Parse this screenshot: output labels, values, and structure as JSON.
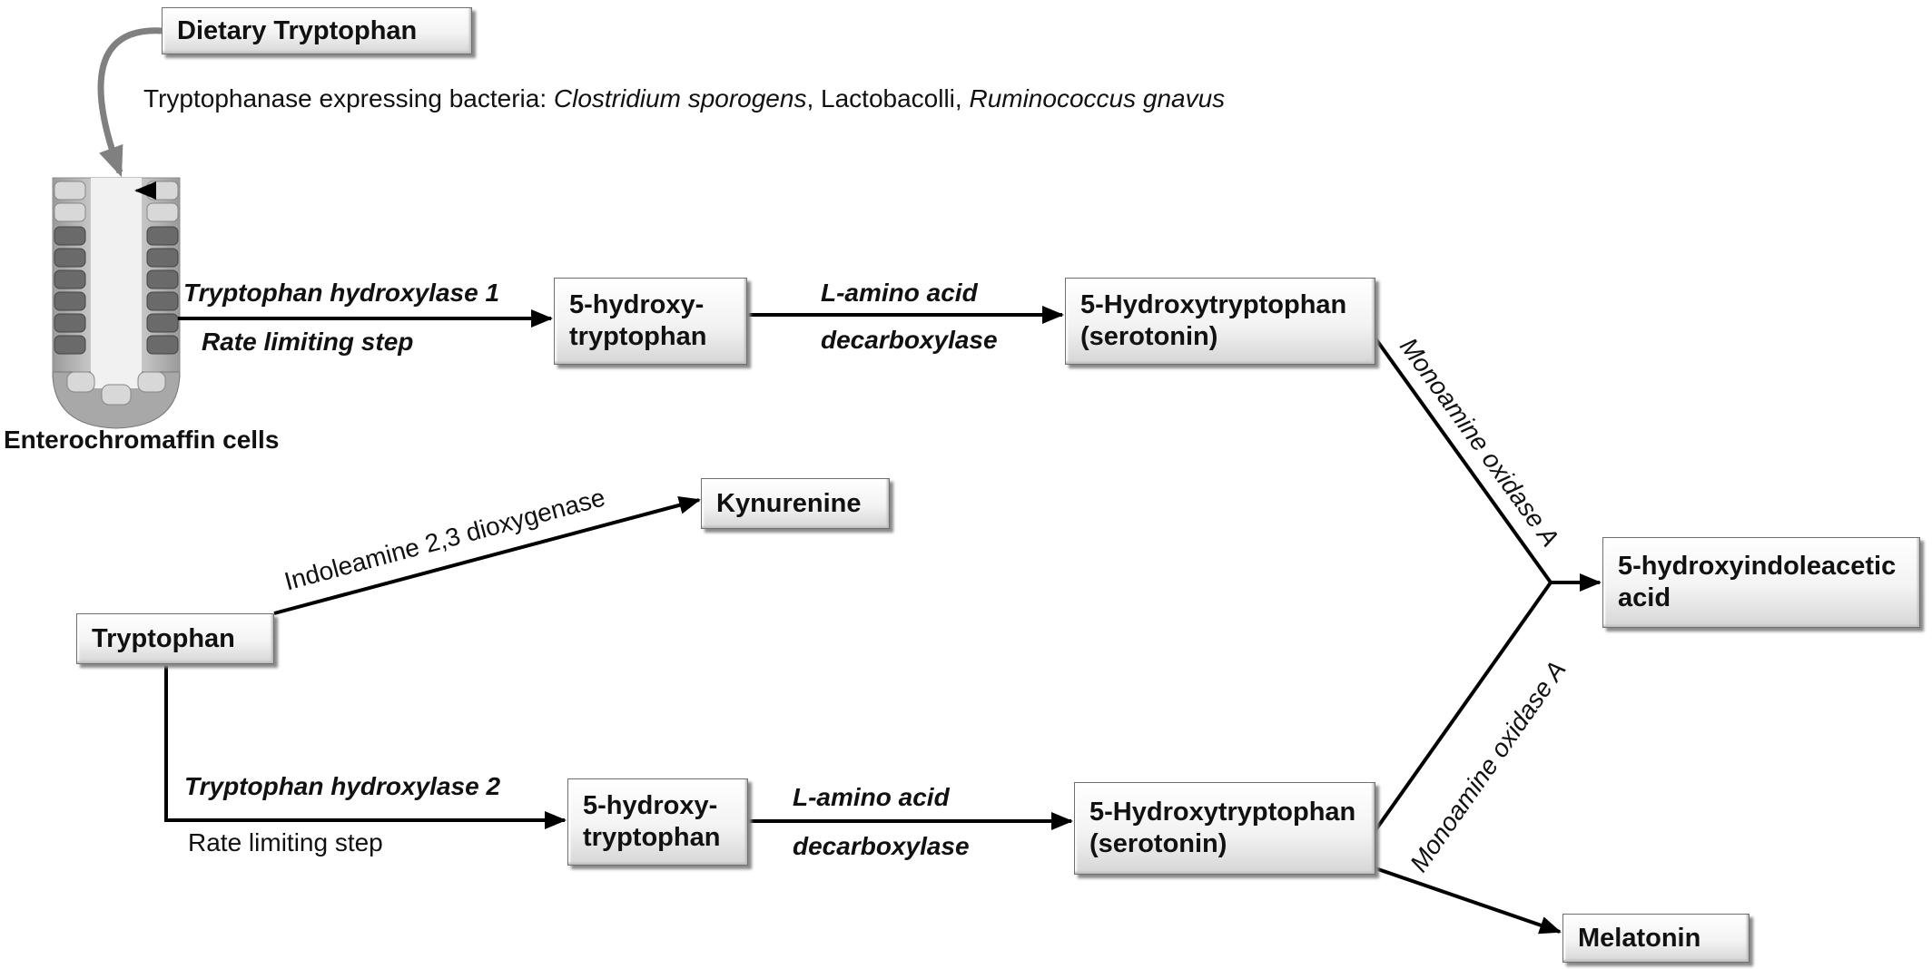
{
  "boxes": {
    "dietary_tryptophan": "Dietary Tryptophan",
    "top_5_hydroxy": [
      "5-hydroxy-",
      "tryptophan"
    ],
    "top_serotonin": [
      "5-Hydroxytryptophan",
      "(serotonin)"
    ],
    "kynurenine": "Kynurenine",
    "tryptophan": "Tryptophan",
    "five_hiaa": [
      "5-hydroxyindoleacetic",
      "acid"
    ],
    "bottom_5_hydroxy": [
      "5-hydroxy-",
      "tryptophan"
    ],
    "bottom_serotonin": [
      "5-Hydroxytryptophan",
      "(serotonin)"
    ],
    "melatonin": "Melatonin"
  },
  "bacteria_line": {
    "prefix": "Tryptophanase expressing bacteria: ",
    "species1": "Clostridium sporogens",
    "middle": ", Lactobacolli, ",
    "species2": "Ruminococcus gnavus"
  },
  "labels": {
    "enterochromaffin": "Enterochromaffin cells",
    "tph1": "Tryptophan hydroxylase 1",
    "rate_limiting_top": "Rate  limiting step",
    "laad_top": "L-amino acid",
    "decarb_top": "decarboxylase",
    "ido": "Indoleamine 2,3 dioxygenase",
    "mao_upper": "Monoamine oxidase A",
    "mao_lower": "Monoamine oxidase A",
    "tph2": "Tryptophan hydroxylase 2",
    "rate_limiting_bottom": "Rate limiting step",
    "laad_bottom": "L-amino acid",
    "decarb_bottom": "decarboxylase"
  },
  "colors": {
    "arrow": "#000000",
    "grey_arrow": "#808080",
    "box_border": "#6f6f6f"
  }
}
